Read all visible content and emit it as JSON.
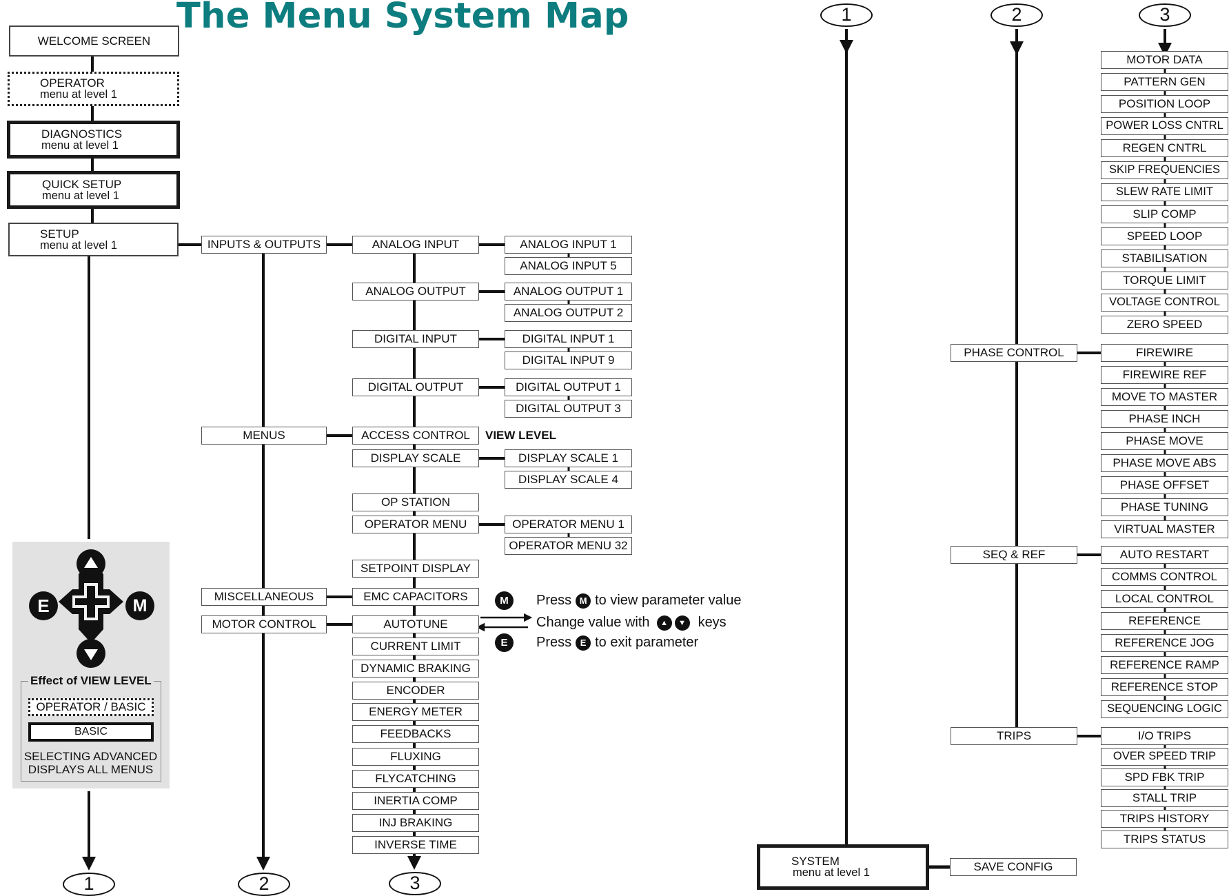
{
  "title": "The Menu System Map",
  "level1": {
    "welcome": "WELCOME SCREEN",
    "operator": {
      "name": "OPERATOR",
      "sub": "menu at level 1"
    },
    "diagnostics": {
      "name": "DIAGNOSTICS",
      "sub": "menu at level 1"
    },
    "quick_setup": {
      "name": "QUICK SETUP",
      "sub": "menu at level 1"
    },
    "setup": {
      "name": "SETUP",
      "sub": "menu at level 1"
    },
    "system": {
      "name": "SYSTEM",
      "sub": "menu at level 1"
    }
  },
  "level2": {
    "inputs_outputs": "INPUTS & OUTPUTS",
    "menus": "MENUS",
    "miscellaneous": "MISCELLANEOUS",
    "motor_control": "MOTOR CONTROL",
    "phase_control": "PHASE CONTROL",
    "seq_ref": "SEQ & REF",
    "trips": "TRIPS",
    "save_config": "SAVE CONFIG"
  },
  "level3": {
    "analog_input": "ANALOG INPUT",
    "analog_output": "ANALOG OUTPUT",
    "digital_input": "DIGITAL INPUT",
    "digital_output": "DIGITAL OUTPUT",
    "access_control": "ACCESS CONTROL",
    "display_scale": "DISPLAY SCALE",
    "op_station": "OP STATION",
    "operator_menu": "OPERATOR MENU",
    "setpoint_display": "SETPOINT DISPLAY",
    "emc_capacitors": "EMC CAPACITORS",
    "motor_control_items": [
      "AUTOTUNE",
      "CURRENT LIMIT",
      "DYNAMIC BRAKING",
      "ENCODER",
      "ENERGY METER",
      "FEEDBACKS",
      "FLUXING",
      "FLYCATCHING",
      "INERTIA COMP",
      "INJ BRAKING",
      "INVERSE TIME"
    ],
    "column3_list": [
      "MOTOR DATA",
      "PATTERN GEN",
      "POSITION LOOP",
      "POWER LOSS CNTRL",
      "REGEN CNTRL",
      "SKIP FREQUENCIES",
      "SLEW RATE LIMIT",
      "SLIP COMP",
      "SPEED LOOP",
      "STABILISATION",
      "TORQUE LIMIT",
      "VOLTAGE CONTROL",
      "ZERO SPEED"
    ],
    "phase_control_items": [
      "FIREWIRE",
      "FIREWIRE REF",
      "MOVE TO MASTER",
      "PHASE INCH",
      "PHASE MOVE",
      "PHASE MOVE ABS",
      "PHASE OFFSET",
      "PHASE TUNING",
      "VIRTUAL MASTER"
    ],
    "seq_ref_items": [
      "AUTO RESTART",
      "COMMS CONTROL",
      "LOCAL CONTROL",
      "REFERENCE",
      "REFERENCE JOG",
      "REFERENCE RAMP",
      "REFERENCE STOP",
      "SEQUENCING LOGIC"
    ],
    "trips_items": [
      "I/O TRIPS",
      "OVER SPEED TRIP",
      "SPD FBK TRIP",
      "STALL TRIP",
      "TRIPS HISTORY",
      "TRIPS STATUS"
    ]
  },
  "level4": {
    "analog_input_1": "ANALOG INPUT 1",
    "analog_input_5": "ANALOG INPUT 5",
    "analog_output_1": "ANALOG OUTPUT 1",
    "analog_output_2": "ANALOG OUTPUT 2",
    "digital_input_1": "DIGITAL INPUT 1",
    "digital_input_9": "DIGITAL INPUT 9",
    "digital_output_1": "DIGITAL OUTPUT 1",
    "digital_output_3": "DIGITAL OUTPUT 3",
    "display_scale_1": "DISPLAY SCALE 1",
    "display_scale_4": "DISPLAY SCALE 4",
    "operator_menu_1": "OPERATOR MENU 1",
    "operator_menu_32": "OPERATOR MENU 32",
    "view_level": "VIEW LEVEL"
  },
  "connectors": {
    "one": "1",
    "two": "2",
    "three": "3"
  },
  "param_notes": {
    "press": "Press",
    "to_view": "to view parameter value",
    "change_value": "Change value with",
    "keys": "keys",
    "to_exit": "to exit parameter",
    "key_m": "M",
    "key_e": "E",
    "key_up": "▲",
    "key_down": "▼"
  },
  "keypad": {
    "effect_title": "Effect of VIEW LEVEL",
    "operator_basic": "OPERATOR / BASIC",
    "basic": "BASIC",
    "advanced_note_1": "SELECTING ADVANCED",
    "advanced_note_2": "DISPLAYS ALL MENUS",
    "key_e": "E",
    "key_m": "M"
  }
}
